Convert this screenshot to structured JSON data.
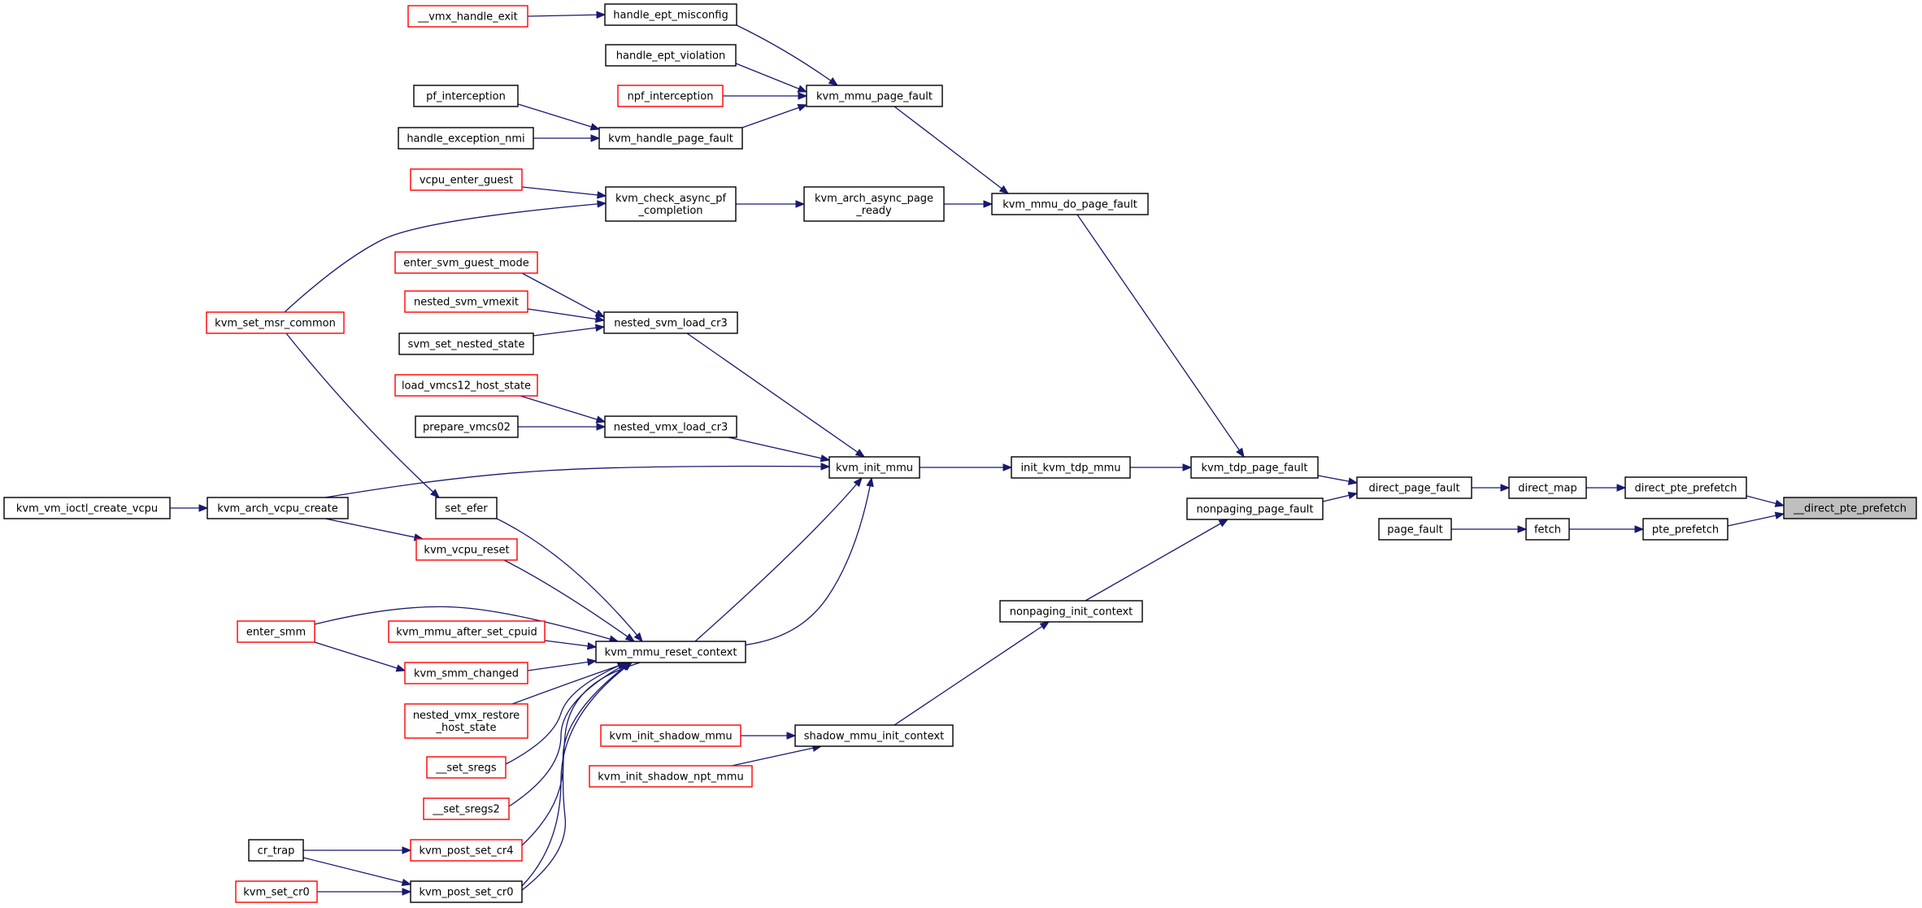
{
  "diagram": {
    "type": "call-graph",
    "colors": {
      "edge": "#191970",
      "normal_border": "#000000",
      "truncated_border": "#ff0000",
      "root_fill": "#bfbfbf"
    },
    "nodes": [
      {
        "id": "vmx_handle_exit",
        "label": "__vmx_handle_exit",
        "style": "truncated"
      },
      {
        "id": "handle_ept_misconfig",
        "label": "handle_ept_misconfig",
        "style": "normal"
      },
      {
        "id": "handle_ept_violation",
        "label": "handle_ept_violation",
        "style": "normal"
      },
      {
        "id": "npf_interception",
        "label": "npf_interception",
        "style": "truncated"
      },
      {
        "id": "kvm_mmu_page_fault",
        "label": "kvm_mmu_page_fault",
        "style": "normal"
      },
      {
        "id": "pf_interception",
        "label": "pf_interception",
        "style": "normal"
      },
      {
        "id": "handle_exception_nmi",
        "label": "handle_exception_nmi",
        "style": "normal"
      },
      {
        "id": "kvm_handle_page_fault",
        "label": "kvm_handle_page_fault",
        "style": "normal"
      },
      {
        "id": "vcpu_enter_guest",
        "label": "vcpu_enter_guest",
        "style": "truncated"
      },
      {
        "id": "kvm_check_async_pf_completion",
        "label": "kvm_check_async_pf\n_completion",
        "style": "normal"
      },
      {
        "id": "kvm_arch_async_page_ready",
        "label": "kvm_arch_async_page\n_ready",
        "style": "normal"
      },
      {
        "id": "kvm_mmu_do_page_fault",
        "label": "kvm_mmu_do_page_fault",
        "style": "normal"
      },
      {
        "id": "enter_svm_guest_mode",
        "label": "enter_svm_guest_mode",
        "style": "truncated"
      },
      {
        "id": "nested_svm_vmexit",
        "label": "nested_svm_vmexit",
        "style": "truncated"
      },
      {
        "id": "svm_set_nested_state",
        "label": "svm_set_nested_state",
        "style": "normal"
      },
      {
        "id": "nested_svm_load_cr3",
        "label": "nested_svm_load_cr3",
        "style": "normal"
      },
      {
        "id": "kvm_set_msr_common",
        "label": "kvm_set_msr_common",
        "style": "truncated"
      },
      {
        "id": "load_vmcs12_host_state",
        "label": "load_vmcs12_host_state",
        "style": "truncated"
      },
      {
        "id": "prepare_vmcs02",
        "label": "prepare_vmcs02",
        "style": "normal"
      },
      {
        "id": "nested_vmx_load_cr3",
        "label": "nested_vmx_load_cr3",
        "style": "normal"
      },
      {
        "id": "kvm_init_mmu",
        "label": "kvm_init_mmu",
        "style": "normal"
      },
      {
        "id": "init_kvm_tdp_mmu",
        "label": "init_kvm_tdp_mmu",
        "style": "normal"
      },
      {
        "id": "kvm_tdp_page_fault",
        "label": "kvm_tdp_page_fault",
        "style": "normal"
      },
      {
        "id": "nonpaging_page_fault",
        "label": "nonpaging_page_fault",
        "style": "normal"
      },
      {
        "id": "direct_page_fault",
        "label": "direct_page_fault",
        "style": "normal"
      },
      {
        "id": "direct_map",
        "label": "direct_map",
        "style": "normal"
      },
      {
        "id": "direct_pte_prefetch",
        "label": "direct_pte_prefetch",
        "style": "normal"
      },
      {
        "id": "direct_pte_prefetch_root",
        "label": "__direct_pte_prefetch",
        "style": "root"
      },
      {
        "id": "page_fault",
        "label": "page_fault",
        "style": "normal"
      },
      {
        "id": "fetch",
        "label": "fetch",
        "style": "normal"
      },
      {
        "id": "pte_prefetch",
        "label": "pte_prefetch",
        "style": "normal"
      },
      {
        "id": "kvm_vm_ioctl_create_vcpu",
        "label": "kvm_vm_ioctl_create_vcpu",
        "style": "normal"
      },
      {
        "id": "kvm_arch_vcpu_create",
        "label": "kvm_arch_vcpu_create",
        "style": "normal"
      },
      {
        "id": "set_efer",
        "label": "set_efer",
        "style": "normal"
      },
      {
        "id": "kvm_vcpu_reset",
        "label": "kvm_vcpu_reset",
        "style": "truncated"
      },
      {
        "id": "enter_smm",
        "label": "enter_smm",
        "style": "truncated"
      },
      {
        "id": "kvm_mmu_after_set_cpuid",
        "label": "kvm_mmu_after_set_cpuid",
        "style": "truncated"
      },
      {
        "id": "kvm_smm_changed",
        "label": "kvm_smm_changed",
        "style": "truncated"
      },
      {
        "id": "kvm_mmu_reset_context",
        "label": "kvm_mmu_reset_context",
        "style": "normal"
      },
      {
        "id": "nested_vmx_restore_host_state",
        "label": "nested_vmx_restore\n_host_state",
        "style": "truncated"
      },
      {
        "id": "set_sregs",
        "label": "__set_sregs",
        "style": "truncated"
      },
      {
        "id": "set_sregs2",
        "label": "__set_sregs2",
        "style": "truncated"
      },
      {
        "id": "cr_trap",
        "label": "cr_trap",
        "style": "normal"
      },
      {
        "id": "kvm_post_set_cr4",
        "label": "kvm_post_set_cr4",
        "style": "truncated"
      },
      {
        "id": "kvm_set_cr0",
        "label": "kvm_set_cr0",
        "style": "truncated"
      },
      {
        "id": "kvm_post_set_cr0",
        "label": "kvm_post_set_cr0",
        "style": "normal"
      },
      {
        "id": "nonpaging_init_context",
        "label": "nonpaging_init_context",
        "style": "normal"
      },
      {
        "id": "kvm_init_shadow_mmu",
        "label": "kvm_init_shadow_mmu",
        "style": "truncated"
      },
      {
        "id": "shadow_mmu_init_context",
        "label": "shadow_mmu_init_context",
        "style": "normal"
      },
      {
        "id": "kvm_init_shadow_npt_mmu",
        "label": "kvm_init_shadow_npt_mmu",
        "style": "truncated"
      }
    ],
    "edges": [
      {
        "from": "vmx_handle_exit",
        "to": "handle_ept_misconfig"
      },
      {
        "from": "handle_ept_misconfig",
        "to": "kvm_mmu_page_fault"
      },
      {
        "from": "handle_ept_violation",
        "to": "kvm_mmu_page_fault"
      },
      {
        "from": "npf_interception",
        "to": "kvm_mmu_page_fault"
      },
      {
        "from": "kvm_handle_page_fault",
        "to": "kvm_mmu_page_fault"
      },
      {
        "from": "kvm_mmu_page_fault",
        "to": "kvm_mmu_do_page_fault"
      },
      {
        "from": "pf_interception",
        "to": "kvm_handle_page_fault"
      },
      {
        "from": "handle_exception_nmi",
        "to": "kvm_handle_page_fault"
      },
      {
        "from": "vcpu_enter_guest",
        "to": "kvm_check_async_pf_completion"
      },
      {
        "from": "kvm_set_msr_common",
        "to": "kvm_check_async_pf_completion"
      },
      {
        "from": "kvm_check_async_pf_completion",
        "to": "kvm_arch_async_page_ready"
      },
      {
        "from": "kvm_arch_async_page_ready",
        "to": "kvm_mmu_do_page_fault"
      },
      {
        "from": "kvm_mmu_do_page_fault",
        "to": "kvm_tdp_page_fault"
      },
      {
        "from": "enter_svm_guest_mode",
        "to": "nested_svm_load_cr3"
      },
      {
        "from": "nested_svm_vmexit",
        "to": "nested_svm_load_cr3"
      },
      {
        "from": "svm_set_nested_state",
        "to": "nested_svm_load_cr3"
      },
      {
        "from": "nested_svm_load_cr3",
        "to": "kvm_init_mmu"
      },
      {
        "from": "kvm_set_msr_common",
        "to": "set_efer"
      },
      {
        "from": "load_vmcs12_host_state",
        "to": "nested_vmx_load_cr3"
      },
      {
        "from": "prepare_vmcs02",
        "to": "nested_vmx_load_cr3"
      },
      {
        "from": "nested_vmx_load_cr3",
        "to": "kvm_init_mmu"
      },
      {
        "from": "kvm_arch_vcpu_create",
        "to": "kvm_init_mmu"
      },
      {
        "from": "kvm_mmu_reset_context",
        "to": "kvm_init_mmu"
      },
      {
        "from": "kvm_post_set_cr0",
        "to": "kvm_init_mmu"
      },
      {
        "from": "kvm_init_mmu",
        "to": "init_kvm_tdp_mmu"
      },
      {
        "from": "init_kvm_tdp_mmu",
        "to": "kvm_tdp_page_fault"
      },
      {
        "from": "kvm_tdp_page_fault",
        "to": "direct_page_fault"
      },
      {
        "from": "nonpaging_page_fault",
        "to": "direct_page_fault"
      },
      {
        "from": "direct_page_fault",
        "to": "direct_map"
      },
      {
        "from": "direct_map",
        "to": "direct_pte_prefetch"
      },
      {
        "from": "direct_pte_prefetch",
        "to": "direct_pte_prefetch_root"
      },
      {
        "from": "page_fault",
        "to": "fetch"
      },
      {
        "from": "fetch",
        "to": "pte_prefetch"
      },
      {
        "from": "pte_prefetch",
        "to": "direct_pte_prefetch_root"
      },
      {
        "from": "kvm_vm_ioctl_create_vcpu",
        "to": "kvm_arch_vcpu_create"
      },
      {
        "from": "kvm_arch_vcpu_create",
        "to": "kvm_vcpu_reset"
      },
      {
        "from": "kvm_vcpu_reset",
        "to": "kvm_mmu_reset_context"
      },
      {
        "from": "set_efer",
        "to": "kvm_mmu_reset_context"
      },
      {
        "from": "enter_smm",
        "to": "kvm_mmu_reset_context"
      },
      {
        "from": "enter_smm",
        "to": "kvm_smm_changed"
      },
      {
        "from": "kvm_mmu_after_set_cpuid",
        "to": "kvm_mmu_reset_context"
      },
      {
        "from": "kvm_smm_changed",
        "to": "kvm_mmu_reset_context"
      },
      {
        "from": "nested_vmx_restore_host_state",
        "to": "kvm_mmu_reset_context"
      },
      {
        "from": "set_sregs",
        "to": "kvm_mmu_reset_context"
      },
      {
        "from": "set_sregs2",
        "to": "kvm_mmu_reset_context"
      },
      {
        "from": "kvm_post_set_cr4",
        "to": "kvm_mmu_reset_context"
      },
      {
        "from": "kvm_post_set_cr0",
        "to": "kvm_mmu_reset_context"
      },
      {
        "from": "cr_trap",
        "to": "kvm_post_set_cr4"
      },
      {
        "from": "cr_trap",
        "to": "kvm_post_set_cr0"
      },
      {
        "from": "kvm_set_cr0",
        "to": "kvm_post_set_cr0"
      },
      {
        "from": "nonpaging_init_context",
        "to": "nonpaging_page_fault"
      },
      {
        "from": "shadow_mmu_init_context",
        "to": "nonpaging_init_context"
      },
      {
        "from": "kvm_init_shadow_mmu",
        "to": "shadow_mmu_init_context"
      },
      {
        "from": "kvm_init_shadow_npt_mmu",
        "to": "shadow_mmu_init_context"
      }
    ]
  }
}
